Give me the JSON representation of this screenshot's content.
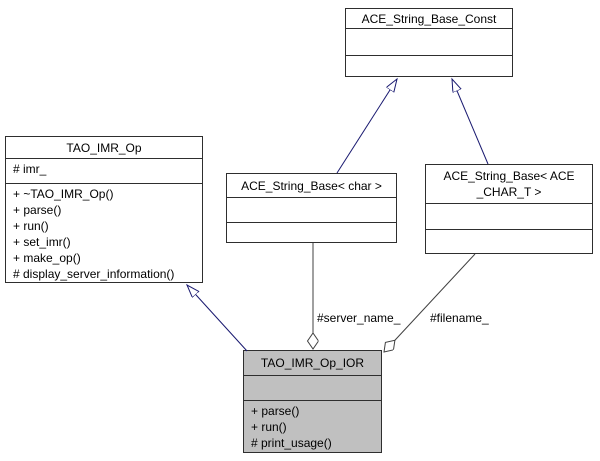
{
  "diagram": {
    "classes": {
      "const_base": {
        "title": "ACE_String_Base_Const",
        "attributes": [],
        "methods": []
      },
      "tao_imr_op": {
        "title": "TAO_IMR_Op",
        "attributes": [
          "# imr_"
        ],
        "methods": [
          "+ ~TAO_IMR_Op()",
          "+ parse()",
          "+ run()",
          "+ set_imr()",
          "+ make_op()",
          "# display_server_information()"
        ]
      },
      "string_base_char": {
        "title": "ACE_String_Base< char >",
        "attributes": [],
        "methods": []
      },
      "string_base_ace_char_t": {
        "title_line1": "ACE_String_Base< ACE",
        "title_line2": "_CHAR_T >",
        "attributes": [],
        "methods": []
      },
      "tao_imr_op_ior": {
        "title": "TAO_IMR_Op_IOR",
        "attributes": [],
        "methods": [
          "+ parse()",
          "+ run()",
          "# print_usage()"
        ]
      }
    },
    "edges": {
      "inheritance": [
        {
          "from": "tao_imr_op_ior",
          "to": "tao_imr_op"
        },
        {
          "from": "string_base_char",
          "to": "const_base"
        },
        {
          "from": "string_base_ace_char_t",
          "to": "const_base"
        }
      ],
      "aggregation": [
        {
          "owner": "tao_imr_op_ior",
          "member_of": "string_base_char",
          "label": "#server_name_"
        },
        {
          "owner": "tao_imr_op_ior",
          "member_of": "string_base_ace_char_t",
          "label": "#filename_"
        }
      ]
    },
    "edge_labels": {
      "server_name": "#server_name_",
      "filename": "#filename_"
    },
    "colors": {
      "inheritance_edge": "#191970",
      "aggregation_edge": "#404040",
      "node_border": "#2e2e2e",
      "node_fill": "#ffffff",
      "highlight_fill": "#c0c0c0",
      "text": "#000000"
    }
  }
}
